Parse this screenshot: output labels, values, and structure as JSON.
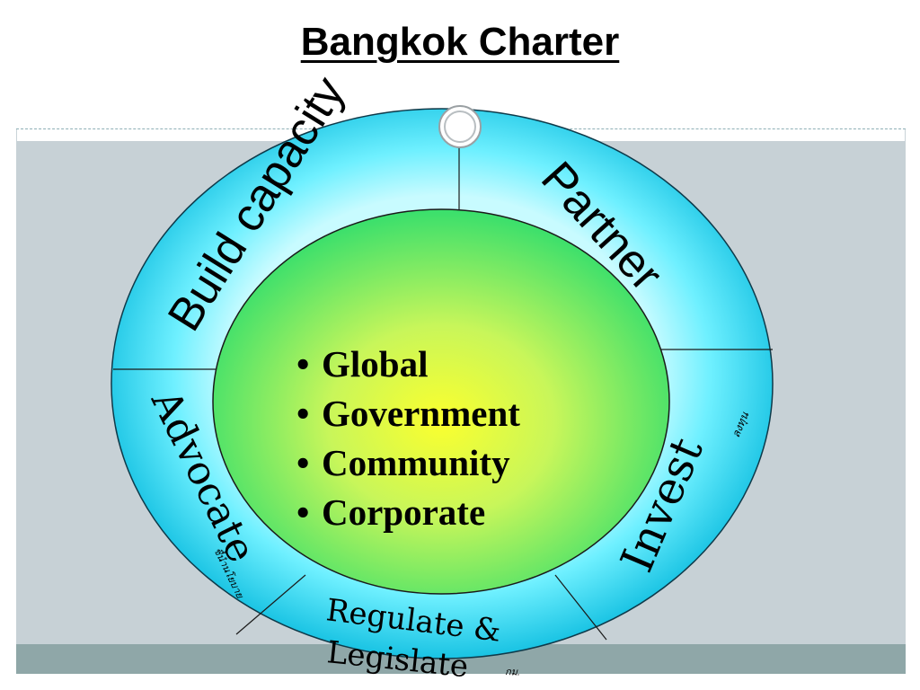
{
  "slide": {
    "title": "Bangkok Charter"
  },
  "diagram": {
    "center_items": [
      "Global",
      "Government",
      "Community",
      "Corporate"
    ],
    "bullet": "•",
    "ring_segments": [
      {
        "id": "build-capacity",
        "label": "Build capacity"
      },
      {
        "id": "partner",
        "label": "Partner"
      },
      {
        "id": "invest",
        "label": "Invest",
        "suffix": "ลงทุน"
      },
      {
        "id": "regulate-legislate",
        "label_line1": "Regulate &",
        "label_line2": "Legislate",
        "suffix": "กม."
      },
      {
        "id": "advocate",
        "label": "Advocate",
        "suffix": "ชี้นำนโยบาย"
      }
    ],
    "colors": {
      "ring_outer": "#1ec8e6",
      "ring_light": "#9af4ff",
      "center_yellow": "#f5ff3a",
      "center_green": "#3fe06a",
      "divider": "#1a1a1a",
      "body_band": "#c7d1d6",
      "footer_band": "#8fa7a8"
    }
  }
}
